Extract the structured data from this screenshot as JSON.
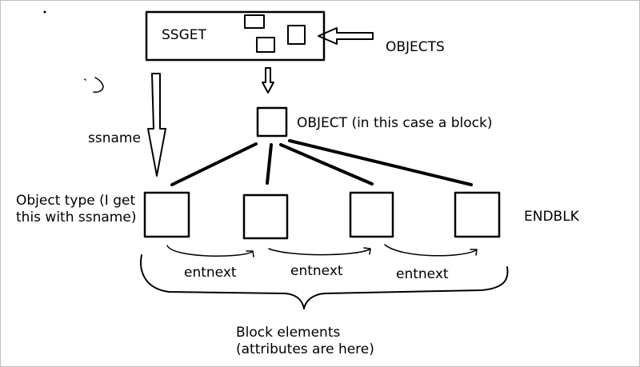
{
  "labels": {
    "ssget": "SSGET",
    "objects": "OBJECTS",
    "ssname": "ssname",
    "object": "OBJECT (in this case a block)",
    "object_type_line1": "Object type (I get",
    "object_type_line2": "this with ssname)",
    "endblk": "ENDBLK",
    "entnext_1": "entnext",
    "entnext_2": "entnext",
    "entnext_3": "entnext",
    "block_elements_line1": "Block elements",
    "block_elements_line2": "(attributes are here)"
  },
  "colors": {
    "ink": "#000000",
    "background": "#ffffff"
  }
}
